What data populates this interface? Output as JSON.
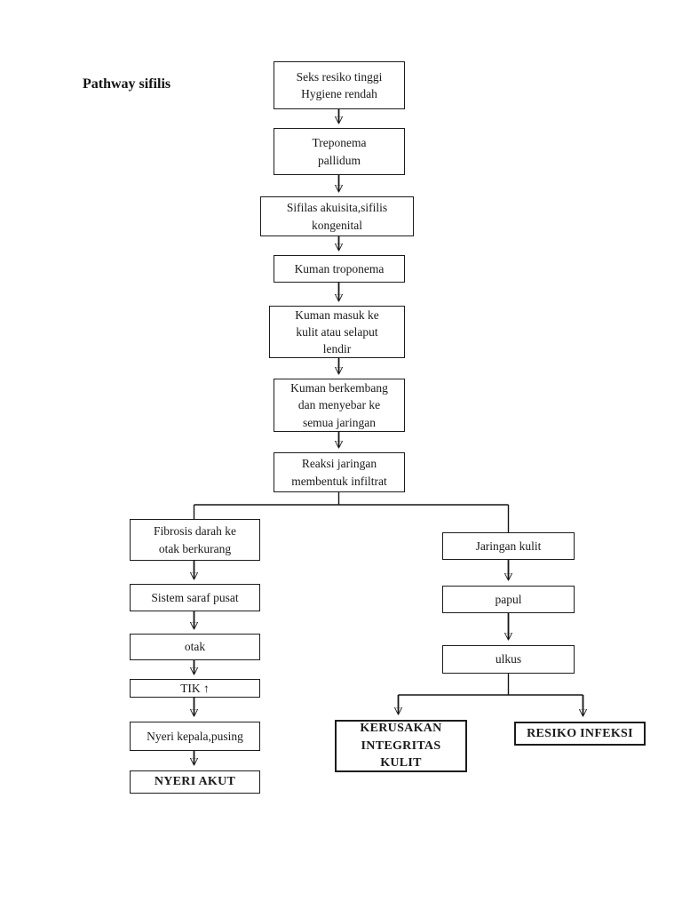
{
  "page": {
    "title": "Pathway sifilis",
    "background_color": "#ffffff",
    "line_color": "#151515",
    "text_color": "#1a1a1a"
  },
  "nodes": {
    "seks_resiko": "Seks resiko tinggi\nHygiene rendah",
    "treponema": "Treponema\npallidum",
    "sifilas": "Sifilas akuisita,sifilis\nkongenital",
    "kuman_troponema": "Kuman troponema",
    "kuman_masuk": "Kuman masuk ke\nkulit atau selaput\nlendir",
    "kuman_berkembang": "Kuman berkembang\ndan menyebar ke\nsemua jaringan",
    "reaksi_jaringan": "Reaksi jaringan\nmembentuk infiltrat",
    "fibrosis": "Fibrosis darah ke\notak berkurang",
    "sistem_saraf": "Sistem saraf pusat",
    "otak": "otak",
    "tik": "TIK ↑",
    "nyeri_kepala": "Nyeri kepala,pusing",
    "nyeri_akut": "NYERI AKUT",
    "jaringan_kulit": "Jaringan kulit",
    "papul": "papul",
    "ulkus": "ulkus",
    "kerusakan": "KERUSAKAN\nINTEGRITAS\nKULIT",
    "resiko_infeksi": "RESIKO INFEKSI"
  },
  "edges": [
    {
      "from": "Seks resiko tinggi Hygiene rendah",
      "to": "Treponema pallidum"
    },
    {
      "from": "Treponema pallidum",
      "to": "Sifilas akuisita,sifilis kongenital"
    },
    {
      "from": "Sifilas akuisita,sifilis kongenital",
      "to": "Kuman troponema"
    },
    {
      "from": "Kuman troponema",
      "to": "Kuman masuk ke kulit atau selaput lendir"
    },
    {
      "from": "Kuman masuk ke kulit atau selaput lendir",
      "to": "Kuman berkembang dan menyebar ke semua jaringan"
    },
    {
      "from": "Kuman berkembang dan menyebar ke semua jaringan",
      "to": "Reaksi jaringan membentuk infiltrat"
    },
    {
      "from": "Reaksi jaringan membentuk infiltrat",
      "to": "Fibrosis darah ke otak berkurang"
    },
    {
      "from": "Reaksi jaringan membentuk infiltrat",
      "to": "Jaringan kulit"
    },
    {
      "from": "Fibrosis darah ke otak berkurang",
      "to": "Sistem saraf pusat"
    },
    {
      "from": "Sistem saraf pusat",
      "to": "otak"
    },
    {
      "from": "otak",
      "to": "TIK ↑"
    },
    {
      "from": "TIK ↑",
      "to": "Nyeri kepala,pusing"
    },
    {
      "from": "Nyeri kepala,pusing",
      "to": "NYERI AKUT"
    },
    {
      "from": "Jaringan kulit",
      "to": "papul"
    },
    {
      "from": "papul",
      "to": "ulkus"
    },
    {
      "from": "ulkus",
      "to": "KERUSAKAN INTEGRITAS KULIT"
    },
    {
      "from": "ulkus",
      "to": "RESIKO INFEKSI"
    }
  ]
}
